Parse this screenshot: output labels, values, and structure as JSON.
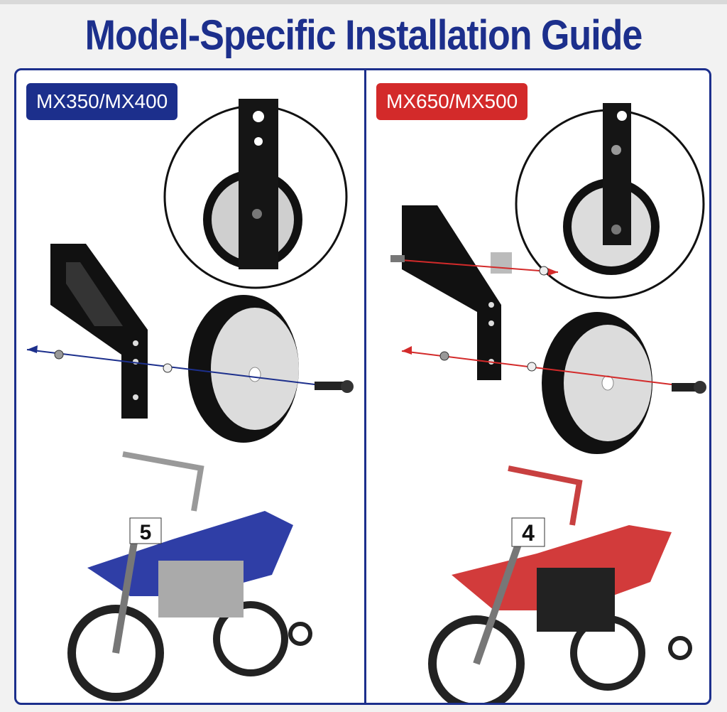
{
  "title": "Model-Specific Installation Guide",
  "colors": {
    "title": "#1c2f8c",
    "left_badge": "#1c2f8c",
    "right_badge": "#d32a2a",
    "left_arrow": "#1c2f8c",
    "right_arrow": "#d32a2a"
  },
  "panels": [
    {
      "model": "MX350/MX400",
      "badge_color": "#1c2f8c",
      "bike_color": "blue",
      "bike_number": "5"
    },
    {
      "model": "MX650/MX500",
      "badge_color": "#d32a2a",
      "bike_color": "red",
      "bike_number": "4"
    }
  ]
}
